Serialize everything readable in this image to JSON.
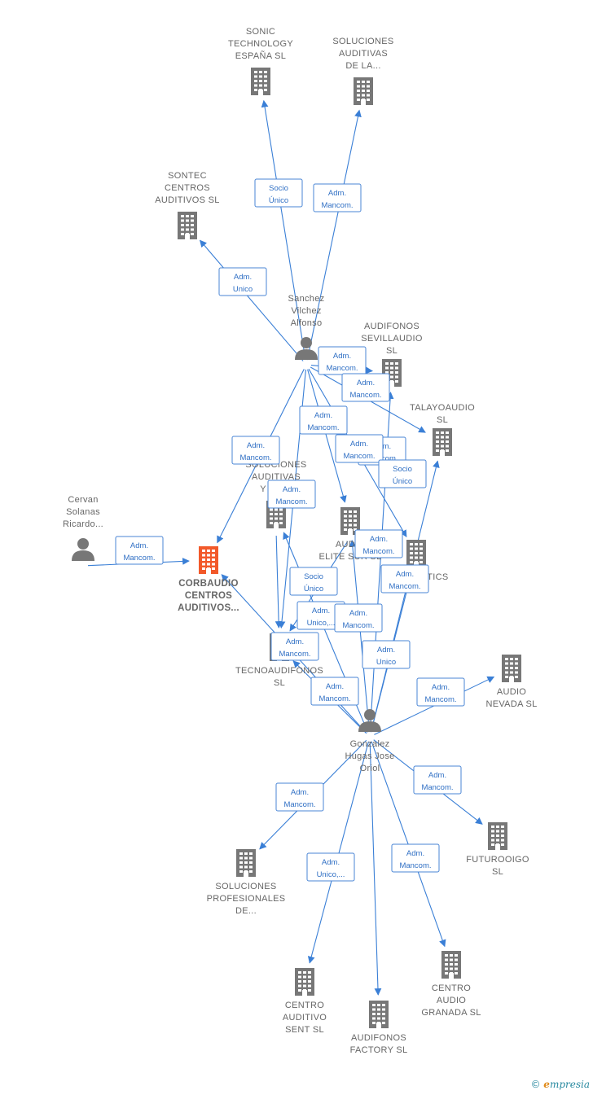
{
  "colors": {
    "company": "#777777",
    "focus": "#f2592a",
    "person": "#777777",
    "edge": "#3a7fd6",
    "role_text": "#2f6fc4"
  },
  "nodes": [
    {
      "id": "sonic",
      "type": "company",
      "label": [
        "SONIC",
        "TECHNOLOGY",
        "ESPAÑA SL"
      ]
    },
    {
      "id": "soluciones_auditivas_la",
      "type": "company",
      "label": [
        "SOLUCIONES",
        "AUDITIVAS",
        "DE LA..."
      ]
    },
    {
      "id": "sontec",
      "type": "company",
      "label": [
        "SONTEC",
        "CENTROS",
        "AUDITIVOS  SL"
      ]
    },
    {
      "id": "sanchez",
      "type": "person",
      "label": [
        "Sanchez",
        "Vilchez",
        "Alfonso"
      ]
    },
    {
      "id": "audifonos_sevilla",
      "type": "company",
      "label": [
        "AUDIFONOS",
        "SEVILLAUDIO",
        "SL"
      ]
    },
    {
      "id": "talayoaudio",
      "type": "company",
      "label": [
        "TALAYOAUDIO",
        "SL"
      ]
    },
    {
      "id": "soluciones_vis",
      "type": "company",
      "label": [
        "SOLUCIONES",
        "AUDITIVAS",
        "Y VIS..."
      ]
    },
    {
      "id": "audio_elite",
      "type": "company",
      "label": [
        "AUDIO",
        "ELITE SUR  SL"
      ]
    },
    {
      "id": "cervan",
      "type": "person",
      "label": [
        "Cervan",
        "Solanas",
        "Ricardo..."
      ]
    },
    {
      "id": "corbaudio",
      "type": "focus",
      "label": [
        "CORBAUDIO",
        "CENTROS",
        "AUDITIVOS..."
      ]
    },
    {
      "id": "diagnostics",
      "type": "company",
      "label": [
        "DIAGNOSTICS",
        "SL"
      ]
    },
    {
      "id": "tecnoaudifonos",
      "type": "company",
      "label": [
        "TECNOAUDIFONOS",
        "SL"
      ]
    },
    {
      "id": "audio_nevada",
      "type": "company",
      "label": [
        "AUDIO",
        "NEVADA  SL"
      ]
    },
    {
      "id": "gonzalez",
      "type": "person",
      "label": [
        "Gonzalez",
        "Hugas Jose",
        "Oriol"
      ]
    },
    {
      "id": "futurooigo",
      "type": "company",
      "label": [
        "FUTUROOIGO",
        "SL"
      ]
    },
    {
      "id": "soluciones_prof",
      "type": "company",
      "label": [
        "SOLUCIONES",
        "PROFESIONALES",
        "DE..."
      ]
    },
    {
      "id": "centro_sent",
      "type": "company",
      "label": [
        "CENTRO",
        "AUDITIVO",
        "SENT  SL"
      ]
    },
    {
      "id": "audifonos_factory",
      "type": "company",
      "label": [
        "AUDIFONOS",
        "FACTORY  SL"
      ]
    },
    {
      "id": "centro_granada",
      "type": "company",
      "label": [
        "CENTRO",
        "AUDIO",
        "GRANADA  SL"
      ]
    }
  ],
  "edges": [
    {
      "from": "sanchez",
      "to": "sonic",
      "role": [
        "Socio",
        "Único"
      ]
    },
    {
      "from": "sanchez",
      "to": "soluciones_auditivas_la",
      "role": [
        "Adm.",
        "Mancom."
      ]
    },
    {
      "from": "sanchez",
      "to": "sontec",
      "role": [
        "Adm.",
        "Unico"
      ]
    },
    {
      "from": "sanchez",
      "to": "audifonos_sevilla",
      "role": [
        "Adm.",
        "Mancom."
      ]
    },
    {
      "from": "sanchez",
      "to": "talayoaudio",
      "role": [
        "Adm.",
        "Mancom."
      ]
    },
    {
      "from": "sanchez",
      "to": "corbaudio",
      "role": [
        "Adm.",
        "Mancom."
      ]
    },
    {
      "from": "sanchez",
      "to": "audio_elite",
      "role": [
        "Adm.",
        "Mancom."
      ]
    },
    {
      "from": "sanchez",
      "to": "diagnostics",
      "role": [
        "Adm.",
        "Mancom."
      ]
    },
    {
      "from": "sanchez",
      "to": "tecnoaudifonos",
      "role": [
        "Adm.",
        "Mancom."
      ]
    },
    {
      "from": "cervan",
      "to": "corbaudio",
      "role": [
        "Adm.",
        "Mancom."
      ]
    },
    {
      "from": "gonzalez",
      "to": "talayoaudio",
      "role": [
        "Socio",
        "Único"
      ]
    },
    {
      "from": "gonzalez",
      "to": "soluciones_vis",
      "role": [
        "Adm.",
        "Mancom."
      ]
    },
    {
      "from": "gonzalez",
      "to": "audio_elite",
      "role": [
        "Adm.",
        "Mancom."
      ]
    },
    {
      "from": "gonzalez",
      "to": "corbaudio",
      "role": [
        "Adm.",
        "Mancom."
      ]
    },
    {
      "from": "gonzalez",
      "to": "diagnostics",
      "role": [
        "Adm.",
        "Mancom."
      ]
    },
    {
      "from": "gonzalez",
      "to": "tecnoaudifonos",
      "role": [
        "Adm.",
        "Mancom."
      ]
    },
    {
      "from": "gonzalez",
      "to": "audio_nevada",
      "role": [
        "Adm.",
        "Mancom."
      ]
    },
    {
      "from": "soluciones_vis",
      "to": "tecnoaudifonos",
      "role": [
        "Adm.",
        "Unico,..."
      ]
    },
    {
      "from": "audio_elite",
      "to": "tecnoaudifonos",
      "role": [
        "Socio",
        "Único"
      ]
    },
    {
      "from": "gonzalez",
      "to": "audifonos_sevilla",
      "role": [
        "Adm.",
        "Mancom."
      ]
    },
    {
      "from": "gonzalez",
      "to": "soluciones_prof",
      "role": [
        "Adm.",
        "Unico"
      ]
    },
    {
      "from": "gonzalez",
      "to": "futurooigo",
      "role": [
        "Adm.",
        "Mancom."
      ]
    },
    {
      "from": "gonzalez",
      "to": "centro_sent",
      "role": [
        "Adm.",
        "Mancom."
      ]
    },
    {
      "from": "gonzalez",
      "to": "audifonos_factory",
      "role": [
        "Adm.",
        "Unico,..."
      ]
    },
    {
      "from": "gonzalez",
      "to": "centro_granada",
      "role": [
        "Adm.",
        "Mancom."
      ]
    }
  ],
  "branding": {
    "copyright": "©",
    "brand_initial": "e",
    "brand_rest": "mpresia"
  }
}
